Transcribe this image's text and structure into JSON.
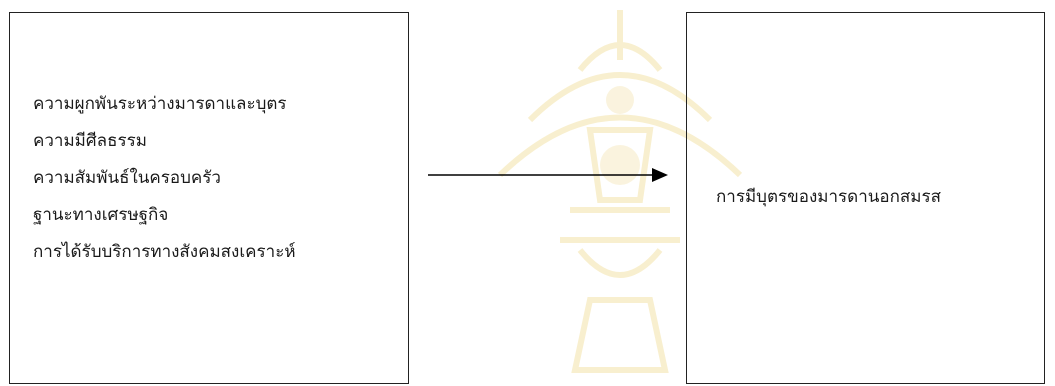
{
  "diagram": {
    "factors": [
      "ความผูกพันระหว่างมารดาและบุตร",
      "ความมีศีลธรรม",
      "ความสัมพันธ์ในครอบครัว",
      "ฐานะทางเศรษฐกิจ",
      "การได้รับบริการทางสังคมสงเคราะห์"
    ],
    "outcome": "การมีบุตรของมารดานอกสมรส"
  },
  "colors": {
    "border": "#222222",
    "watermark": "#f3e3a8"
  }
}
